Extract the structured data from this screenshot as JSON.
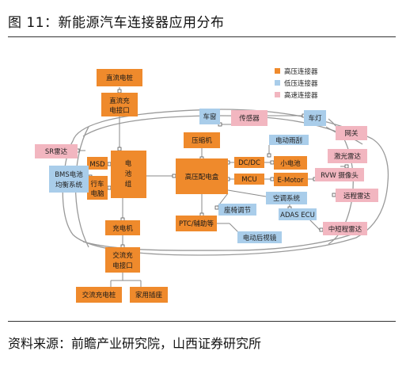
{
  "header": {
    "title": "图 11：新能源汽车连接器应用分布"
  },
  "legend": {
    "high": "高压连接器",
    "low": "低压连接器",
    "speed": "高速连接器"
  },
  "colors": {
    "high": "#ef8a2c",
    "low": "#a9cdea",
    "speed": "#f2b6c0",
    "line": "#8a8a8a"
  },
  "blocks": {
    "dc_pile": "直流电桩",
    "dc_port_1": "直流充",
    "dc_port_2": "电接口",
    "window": "车窗",
    "sensor": "传感器",
    "lamp": "车灯",
    "gateway": "网关",
    "sr_radar": "SR雷达",
    "bms_1": "BMS电池",
    "bms_2": "均衡系统",
    "msd": "MSD",
    "drive_1": "行车",
    "drive_2": "电脑",
    "battery_1": "电",
    "battery_2": "池",
    "battery_3": "组",
    "compressor": "压缩机",
    "ebrake": "电动雨刮",
    "hvpdu": "高压配电盒",
    "dcdc": "DC/DC",
    "small_bat": "小电池",
    "mcu": "MCU",
    "emotor": "E-Motor",
    "lidar": "激光雷达",
    "rvw": "RVW 摄像头",
    "ac": "空调系统",
    "far_radar": "远程雷达",
    "seat": "座椅调节",
    "adas": "ADAS ECU",
    "ptc": "PTC/辅助等",
    "mid_radar": "中短程雷达",
    "charger": "充电机",
    "mirror": "电动后视镜",
    "ac_port_1": "交流充",
    "ac_port_2": "电接口",
    "ac_pile": "交流充电桩",
    "socket": "家用插座"
  },
  "footer": {
    "source": "资料来源：前瞻产业研究院，山西证券研究所"
  }
}
